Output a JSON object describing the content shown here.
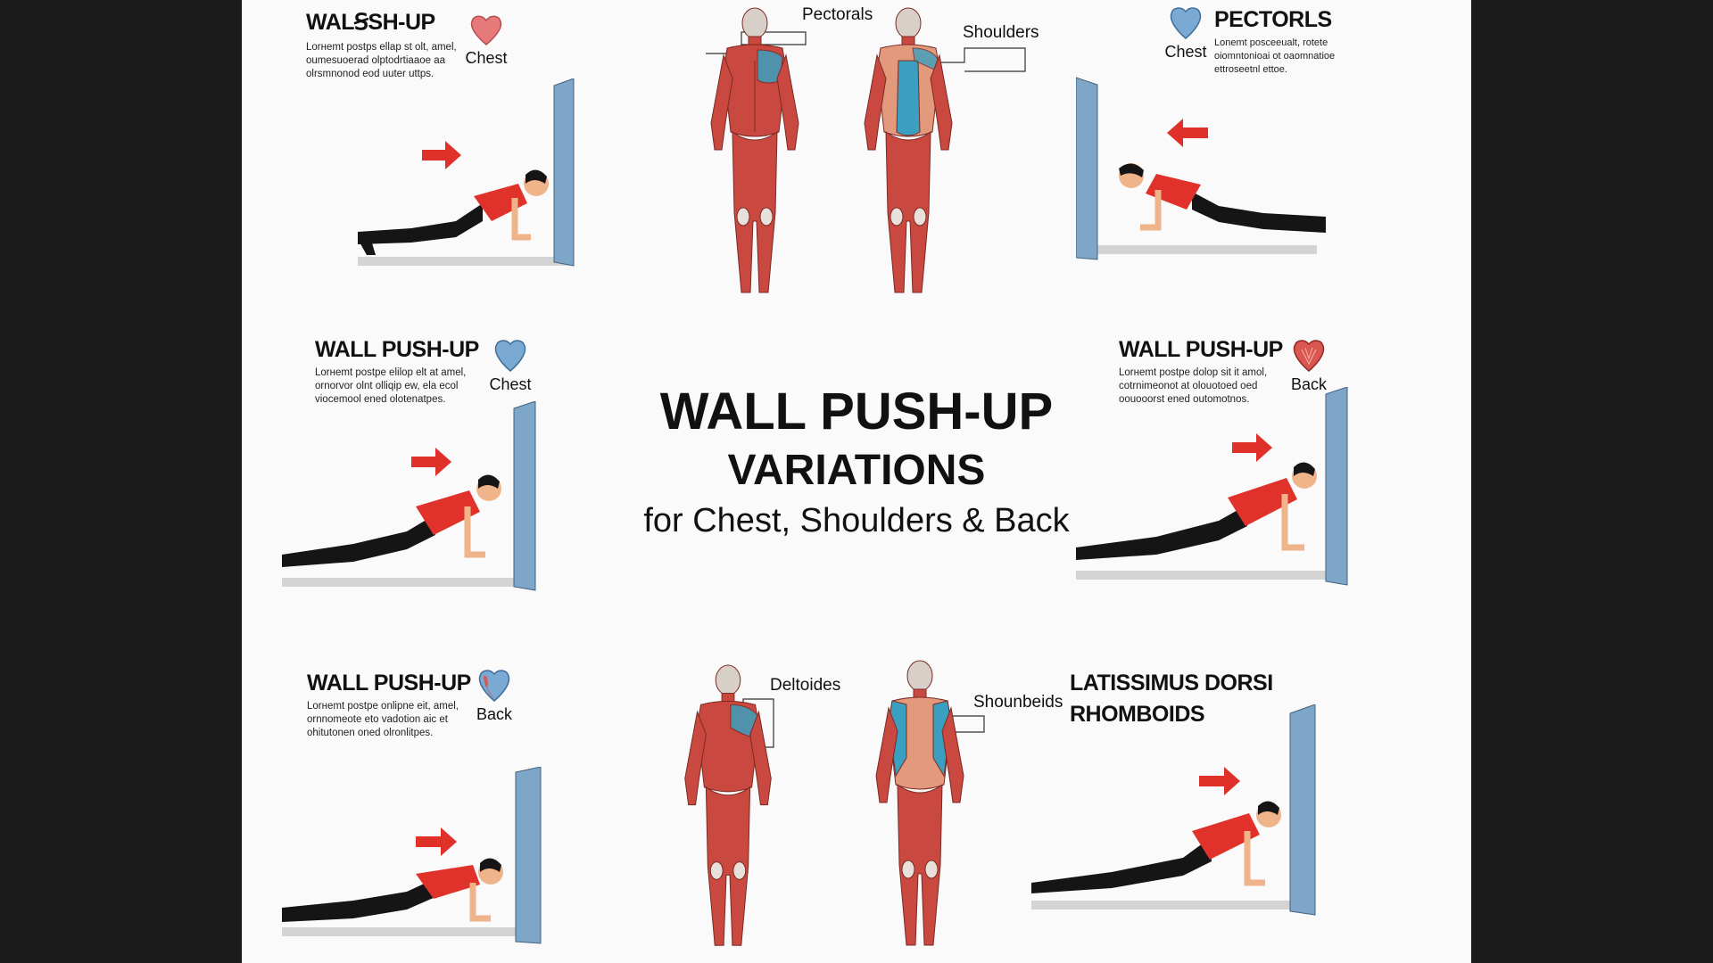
{
  "poster": {
    "title_line1": "WALL PUSH-UP",
    "title_line2": "VARIATIONS",
    "subtitle": "for Chest, Shoulders & Back"
  },
  "exercises": [
    {
      "title": "WALꞨSH-UP",
      "desc": "Lorнemt postps ellap st olt, amel, oumesuoerad olptodrtiaaoe aa olrsmnonod eod uuter uttps.",
      "badge_label": "Chest",
      "badge_color": "#e8797a"
    },
    {
      "title": "PECTORLS",
      "desc": "Lonemt posceeualt, rotete oiomntonioai ot oaomnatioe ettroseetnl ettoe.",
      "badge_label": "Chest",
      "badge_color": "#7aa9d4"
    },
    {
      "title": "WALL PUSH-UP",
      "desc": "Lorнemt postpe elilop elt at amel, ornorvor olnt olliqip ew, ela ecol viocemool ened olotenatpes.",
      "badge_label": "Chest",
      "badge_color": "#7aa9d4"
    },
    {
      "title": "WALL PUSH-UP",
      "desc": "Lorнemt postpe dolop sit it amol, cotrnimeonot at olouotoed oed oouooorst ened outomotnos.",
      "badge_label": "Back",
      "badge_color": "#d9574f"
    },
    {
      "title": "WALL PUSH-UP",
      "desc": "Lorнemt postpe onlipne eit, amel, ornnomeote eto vadotion aic et ohitutonen oned olronlitpes.",
      "badge_label": "Back",
      "badge_color": "#7aa9d4"
    },
    {
      "title": "LATISSIMUS DORSI",
      "title2": "RHOMBOIDS"
    }
  ],
  "muscle_labels": [
    "Pectorals",
    "Shoulders",
    "Deltoides",
    "Shounbeids"
  ],
  "colors": {
    "muscle": "#c9483f",
    "muscle_highlight": "#3b9fc0",
    "wall": "#7ea6c9",
    "shirt": "#e0322b",
    "arrow": "#e0302a",
    "skin": "#efb48a",
    "pants": "#151515"
  },
  "icons": [
    "heart-chest-icon",
    "heart-chest-blue-icon",
    "arrow-right-icon",
    "arrow-left-icon",
    "wall-icon",
    "anatomy-figure"
  ]
}
